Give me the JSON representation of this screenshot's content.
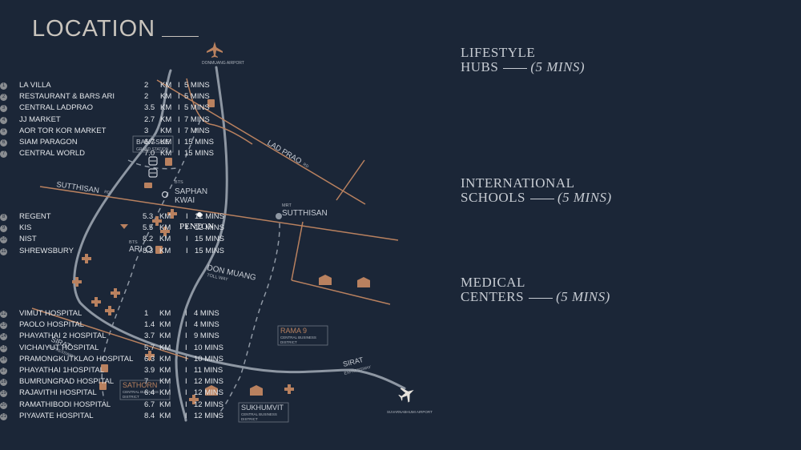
{
  "title": "LOCATION",
  "map": {
    "airport_north": "DONMUANG AIRPORT",
    "airport_east": "SUVARNABHUMI AIRPORT",
    "bangsue_1": "BANGSUE",
    "bangsue_2": "GRAND STATION",
    "sutthisan_road": "SUTTHISAN",
    "sutthisan_rd": "RD",
    "lad_prao": "LAD PRAO",
    "lad_prao_rd": "RD",
    "bts": "BTS",
    "saphan": "SAPHAN",
    "kwai": "KWAI",
    "ari": "ARI",
    "mrt": "MRT",
    "mrt_sutthisan": "SUTTHISAN",
    "penton": "PENTON",
    "don_muang": "DON MUANG",
    "toll_way": "TOLL WAY",
    "sirat_w": "SIRAT",
    "expressway_w": "EXPRESSWAY",
    "sirat_e": "SIRAT",
    "expressway_e": "EXPRESSWAY",
    "rama9": "RAMA 9",
    "rama9_sub1": "CENTRAL BUSINESS",
    "rama9_sub2": "DISTRICT",
    "sathorn": "SATHORN",
    "sathorn_sub1": "CENTRAL BUSINESS",
    "sathorn_sub2": "DISTRICT",
    "sukhumvit": "SUKHUMVIT",
    "sukhumvit_sub1": "CENTRAL BUSINESS",
    "sukhumvit_sub2": "DISTRICT",
    "colors": {
      "road": "#8e97a3",
      "copper": "#b9815f",
      "bg": "#1b2637"
    }
  },
  "lifestyle": {
    "title1": "LIFESTYLE",
    "title2": "HUBS",
    "mins": "(5 MINS)",
    "rows": [
      {
        "n": "1",
        "name": "LA VILLA",
        "km": "2",
        "unit": "KM",
        "bar": "I",
        "mins": "5  MINS"
      },
      {
        "n": "2",
        "name": "RESTAURANT & BARS ARI",
        "km": "2",
        "unit": "KM",
        "bar": "I",
        "mins": "5  MINS"
      },
      {
        "n": "3",
        "name": "CENTRAL  LADPRAO",
        "km": "3.5",
        "unit": "KM",
        "bar": "I",
        "mins": "5  MINS"
      },
      {
        "n": "4",
        "name": "JJ MARKET",
        "km": "2.7",
        "unit": "KM",
        "bar": "I",
        "mins": "7  MINS"
      },
      {
        "n": "5",
        "name": "AOR TOR KOR MARKET",
        "km": "3",
        "unit": "KM",
        "bar": "I",
        "mins": "7  MINS"
      },
      {
        "n": "6",
        "name": "SIAM PARAGON",
        "km": "6.7",
        "unit": "KM",
        "bar": "I",
        "mins": "15 MINS"
      },
      {
        "n": "7",
        "name": "CENTRAL  WORLD",
        "km": "7.0",
        "unit": "KM",
        "bar": "I",
        "mins": "15 MINS"
      }
    ]
  },
  "schools": {
    "title1": "INTERNATIONAL",
    "title2": "SCHOOLS",
    "mins": "(5 MINS)",
    "rows": [
      {
        "n": "8",
        "name": "REGENT",
        "km": "5.3",
        "unit": "KM",
        "bar": "I",
        "mins": "12 MINS"
      },
      {
        "n": "9",
        "name": "KIS",
        "km": "5.5",
        "unit": "KM",
        "bar": "I",
        "mins": "12 MINS"
      },
      {
        "n": "10",
        "name": "NIST",
        "km": "8.2",
        "unit": "KM",
        "bar": "I",
        "mins": "15 MINS"
      },
      {
        "n": "11",
        "name": "SHREWSBURY",
        "km": "8.3",
        "unit": "KM",
        "bar": "I",
        "mins": "15 MINS"
      }
    ]
  },
  "medical": {
    "title1": "MEDICAL",
    "title2": "CENTERS",
    "mins": "(5 MINS)",
    "rows": [
      {
        "n": "12",
        "name": "VIMUT HOSPITAL",
        "km": "1",
        "unit": "KM",
        "bar": "I",
        "mins": "4  MINS"
      },
      {
        "n": "13",
        "name": "PAOLO HOSPITAL",
        "km": "1.4",
        "unit": "KM",
        "bar": "I",
        "mins": "4  MINS"
      },
      {
        "n": "14",
        "name": "PHAYATHAI 2 HOSPITAL",
        "km": "3.7",
        "unit": "KM",
        "bar": "I",
        "mins": "9  MINS"
      },
      {
        "n": "15",
        "name": "VICHAIYUT HOSPITAL",
        "km": "5.7",
        "unit": "KM",
        "bar": "I",
        "mins": "10 MINS"
      },
      {
        "n": "16",
        "name": "PRAMONGKUTKLAO HOSPITAL",
        "km": "6.3",
        "unit": "KM",
        "bar": "I",
        "mins": "10 MINS"
      },
      {
        "n": "17",
        "name": "PHAYATHAI 1HOSPITAL",
        "km": "3.9",
        "unit": "KM",
        "bar": "I",
        "mins": "11 MINS"
      },
      {
        "n": "18",
        "name": "BUMRUNGRAD  HOSPITAL",
        "km": "7",
        "unit": "KM",
        "bar": "I",
        "mins": "12 MINS"
      },
      {
        "n": "19",
        "name": "RAJAVITHI HOSPITAL",
        "km": "6.4",
        "unit": "KM",
        "bar": "I",
        "mins": "12 MINS"
      },
      {
        "n": "20",
        "name": "RAMATHIBODI HOSPITAL",
        "km": "6.7",
        "unit": "KM",
        "bar": "I",
        "mins": "12 MINS"
      },
      {
        "n": "21",
        "name": "PIYAVATE HOSPITAL",
        "km": "8.4",
        "unit": "KM",
        "bar": "I",
        "mins": "12 MINS"
      }
    ]
  }
}
